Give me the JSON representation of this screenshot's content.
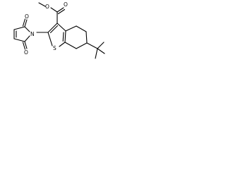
{
  "molecule": {
    "atoms": {
      "ester_o_methyl": "O",
      "ester_o_carbonyl": "O",
      "imide_o_top": "O",
      "imide_o_bottom": "O",
      "imide_n": "N",
      "thiophene_s": "S"
    }
  }
}
